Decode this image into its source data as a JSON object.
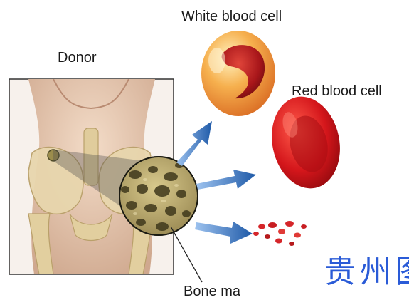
{
  "labels": {
    "donor": "Donor",
    "white_blood_cell": "White blood cell",
    "red_blood_cell": "Red blood cell",
    "bone_marrow": "Bone ma"
  },
  "watermark": {
    "text": "贵州图"
  },
  "colors": {
    "arrow": "#2f6ab3",
    "skin": "#e3c2a8",
    "bone": "#e6d4a8",
    "wbc_outer": "#f3b35a",
    "wbc_nucleus": "#b5201d",
    "rbc": "#d4161b",
    "platelet": "#d5262a",
    "watermark": "#2a5bd7"
  }
}
